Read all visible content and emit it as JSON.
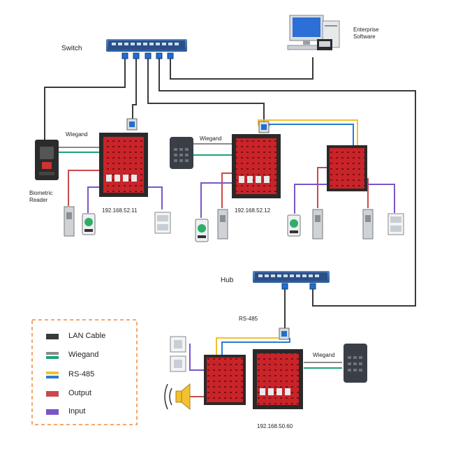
{
  "labels": {
    "switch": "Switch",
    "hub": "Hub",
    "enterprise_software": "Enterprise\nSoftware",
    "biometric_reader": "Biometric\nReader",
    "wiegand_1": "Wiegand",
    "wiegand_2": "Wiegand",
    "wiegand_3": "Wiegand",
    "rs485": "RS-485",
    "ip_1": "192.168.52.11",
    "ip_2": "192.168.52.12",
    "ip_3": "192.168.50.60"
  },
  "legend": {
    "items": [
      {
        "label": "LAN Cable",
        "color": "#3a3a3a"
      },
      {
        "label": "Wiegand",
        "color": "#8a8a8a",
        "color2": "#1aa37a"
      },
      {
        "label": "RS-485",
        "color": "#f2c12e",
        "color2": "#2a7bd1"
      },
      {
        "label": "Output",
        "color": "#c84a4a"
      },
      {
        "label": "Input",
        "color": "#7a55c8"
      }
    ],
    "border_color": "#f08a3c"
  }
}
